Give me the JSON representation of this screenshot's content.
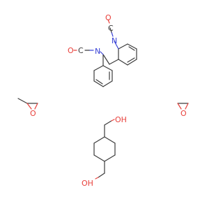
{
  "atom_labels": {
    "iso1_n": "N",
    "iso1_c": "C",
    "iso1_o": "O",
    "iso2_n": "N",
    "iso2_c": "C",
    "iso2_o": "O",
    "epoxide_methyl_o": "O",
    "epoxide_o": "O",
    "hydroxyl_top": "OH",
    "hydroxyl_bottom": "OH"
  },
  "colors": {
    "bond": "#3b3b3b",
    "nitrogen": "#3a43d6",
    "oxygen": "#e8413c"
  }
}
